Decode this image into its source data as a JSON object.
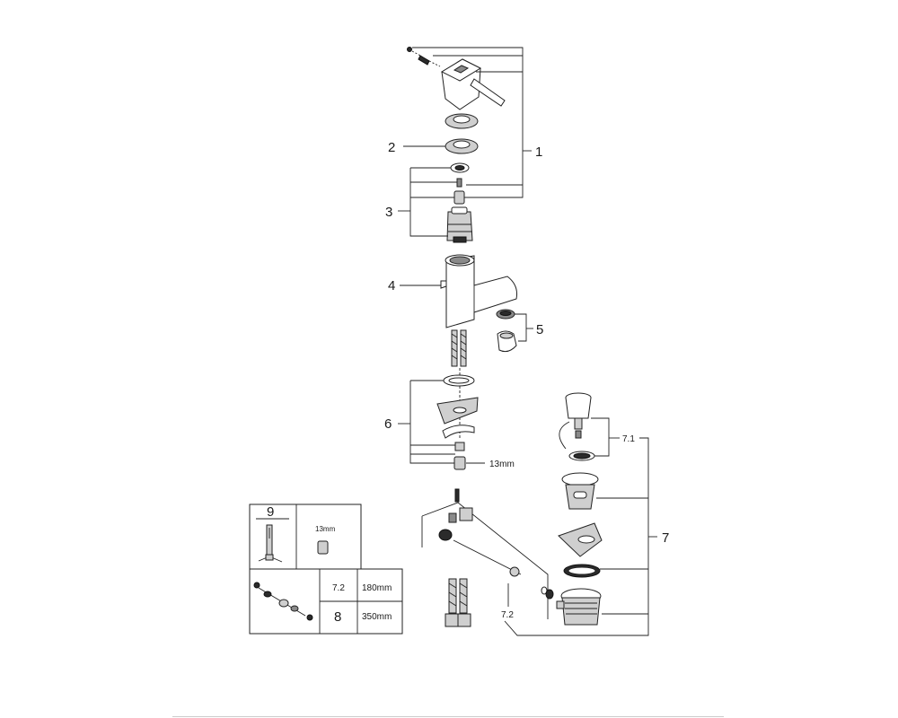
{
  "callouts": {
    "c1": "1",
    "c2": "2",
    "c3": "3",
    "c4": "4",
    "c5": "5",
    "c6": "6",
    "c7": "7",
    "c71": "7.1",
    "c72": "7.2"
  },
  "annotations": {
    "wrench_size": "13mm"
  },
  "legend": {
    "tool_number": "9",
    "tool_size": "13mm",
    "rows": [
      {
        "code": "7.2",
        "length": "180mm"
      },
      {
        "code": "8",
        "length": "350mm"
      }
    ]
  },
  "colors": {
    "line": "#222222",
    "part_fill": "#ffffff",
    "chrome_light": "#cfcfcf",
    "chrome_dark": "#8a8a8a",
    "rubber": "#2b2b2b"
  }
}
